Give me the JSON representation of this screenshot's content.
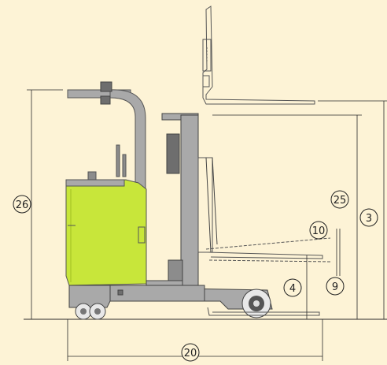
{
  "colors": {
    "background": "#fdf3d6",
    "body_green": "#c8e63a",
    "body_green_dark": "#9fbd22",
    "frame_gray": "#a9a9a9",
    "frame_gray_dark": "#6e6e6e",
    "line": "#2a2a2a"
  },
  "dimensions": {
    "d26": "26",
    "d25": "25",
    "d3": "3",
    "d10": "10",
    "d9": "9",
    "d4": "4",
    "d20": "20"
  }
}
